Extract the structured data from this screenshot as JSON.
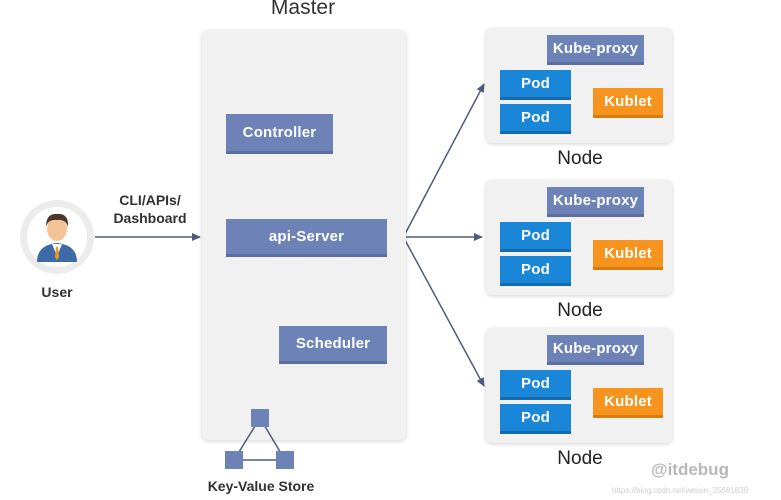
{
  "master": {
    "title": "Master",
    "controller": "Controller",
    "api_server": "api-Server",
    "scheduler": "Scheduler",
    "kv_store": "Key-Value Store"
  },
  "user": {
    "label": "User",
    "connection_line1": "CLI/APIs/",
    "connection_line2": "Dashboard"
  },
  "nodes": [
    {
      "label": "Node",
      "kube_proxy": "Kube-proxy",
      "pods": [
        "Pod",
        "Pod"
      ],
      "kublet": "Kublet"
    },
    {
      "label": "Node",
      "kube_proxy": "Kube-proxy",
      "pods": [
        "Pod",
        "Pod"
      ],
      "kublet": "Kublet"
    },
    {
      "label": "Node",
      "kube_proxy": "Kube-proxy",
      "pods": [
        "Pod",
        "Pod"
      ],
      "kublet": "Kublet"
    }
  ],
  "watermark": {
    "text": "@itdebug",
    "url": "https://blog.csdn.net/weixin_35681839"
  },
  "colors": {
    "master_component": "#6d83b8",
    "pod": "#1a86d8",
    "kublet": "#f7941d",
    "connector": "#4f5b7a",
    "panel": "#f1f1f1"
  }
}
